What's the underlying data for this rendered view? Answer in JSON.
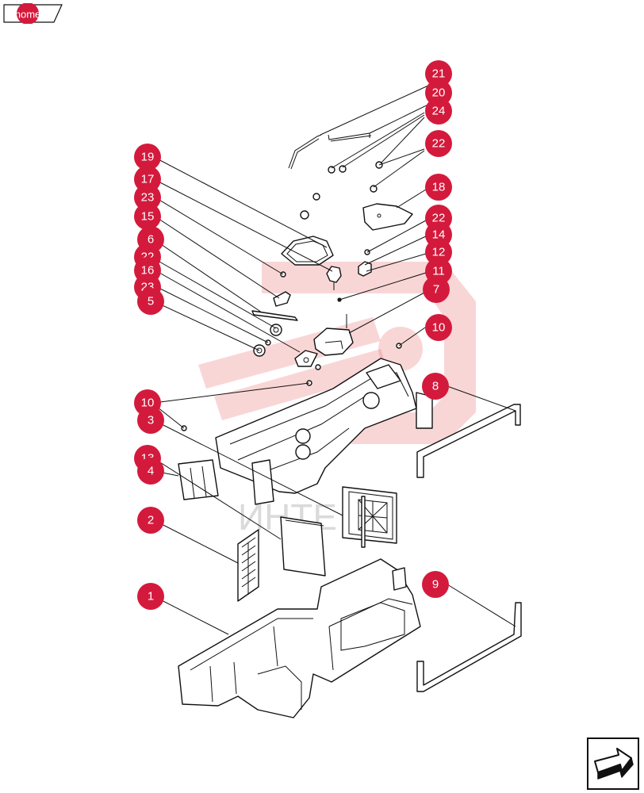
{
  "nav": {
    "home_label": "home"
  },
  "watermark": {
    "text": "ИНТЕ"
  },
  "callouts": [
    {
      "id": "c21a",
      "label": "21"
    },
    {
      "id": "c20",
      "label": "20"
    },
    {
      "id": "c24",
      "label": "24"
    },
    {
      "id": "c22a",
      "label": "22"
    },
    {
      "id": "c19",
      "label": "19"
    },
    {
      "id": "c18",
      "label": "18"
    },
    {
      "id": "c17",
      "label": "17"
    },
    {
      "id": "c23a",
      "label": "23"
    },
    {
      "id": "c22b",
      "label": "22"
    },
    {
      "id": "c15",
      "label": "15"
    },
    {
      "id": "c14",
      "label": "14"
    },
    {
      "id": "c6",
      "label": "6"
    },
    {
      "id": "c12",
      "label": "12"
    },
    {
      "id": "c22c",
      "label": "22"
    },
    {
      "id": "c11",
      "label": "11"
    },
    {
      "id": "c16",
      "label": "16"
    },
    {
      "id": "c23b",
      "label": "23"
    },
    {
      "id": "c7",
      "label": "7"
    },
    {
      "id": "c5",
      "label": "5"
    },
    {
      "id": "c10a",
      "label": "10"
    },
    {
      "id": "c8",
      "label": "8"
    },
    {
      "id": "c10b",
      "label": "10"
    },
    {
      "id": "c3",
      "label": "3"
    },
    {
      "id": "c13",
      "label": "13"
    },
    {
      "id": "c4",
      "label": "4"
    },
    {
      "id": "c2",
      "label": "2"
    },
    {
      "id": "c9",
      "label": "9"
    },
    {
      "id": "c1",
      "label": "1"
    }
  ],
  "colors": {
    "callout": "#d41a3c",
    "line": "#111111",
    "watermark": "#e86a6a"
  }
}
